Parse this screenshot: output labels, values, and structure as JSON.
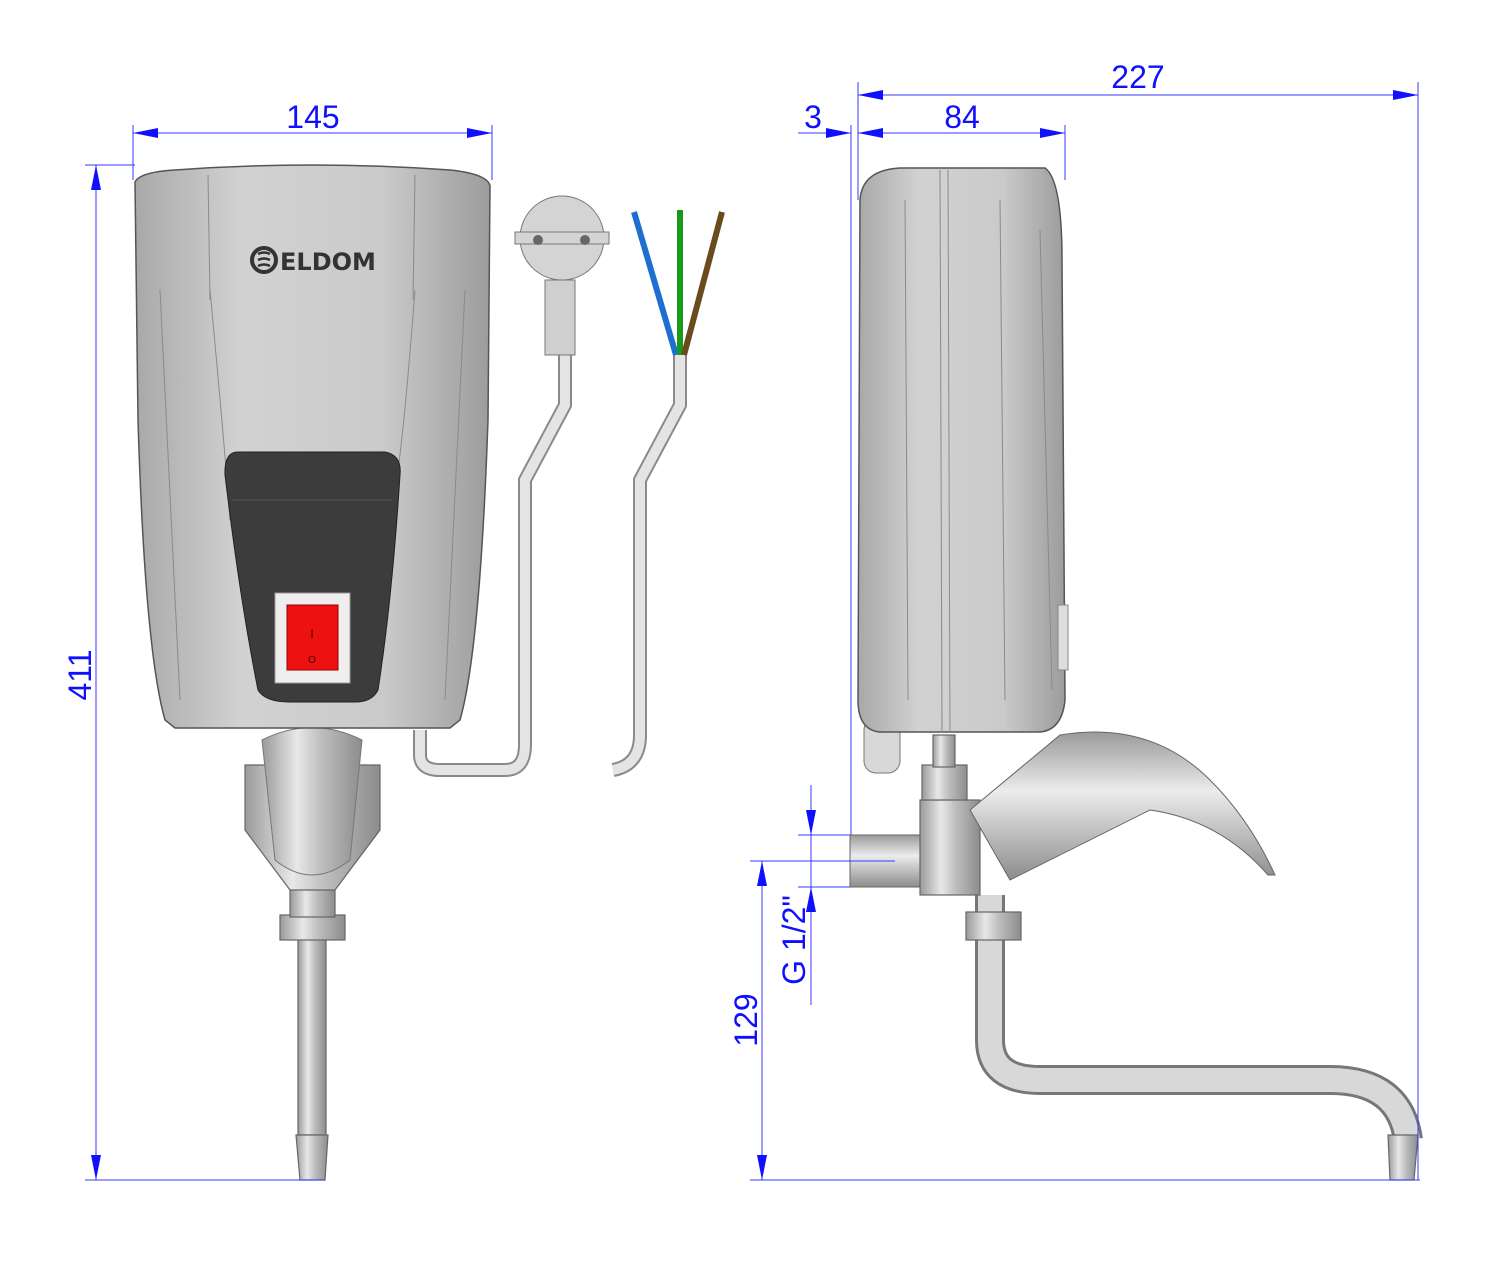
{
  "title": "ELDOM instantaneous water heater dimension drawing",
  "brand": {
    "logo_text": "ELDOM"
  },
  "switch": {
    "on_symbol": "I",
    "off_symbol": "O"
  },
  "dimensions": {
    "front_width": "145",
    "total_height": "411",
    "side_total_depth": "227",
    "side_body_depth": "84",
    "wall_gap": "3",
    "thread_size": "G 1/2\"",
    "inlet_height": "129"
  },
  "colors": {
    "dimension": "#1010ff",
    "switch": "#ee1111",
    "wire_blue": "#1e6fd0",
    "wire_green": "#1a9a1a",
    "wire_brown": "#6b4a1e"
  }
}
